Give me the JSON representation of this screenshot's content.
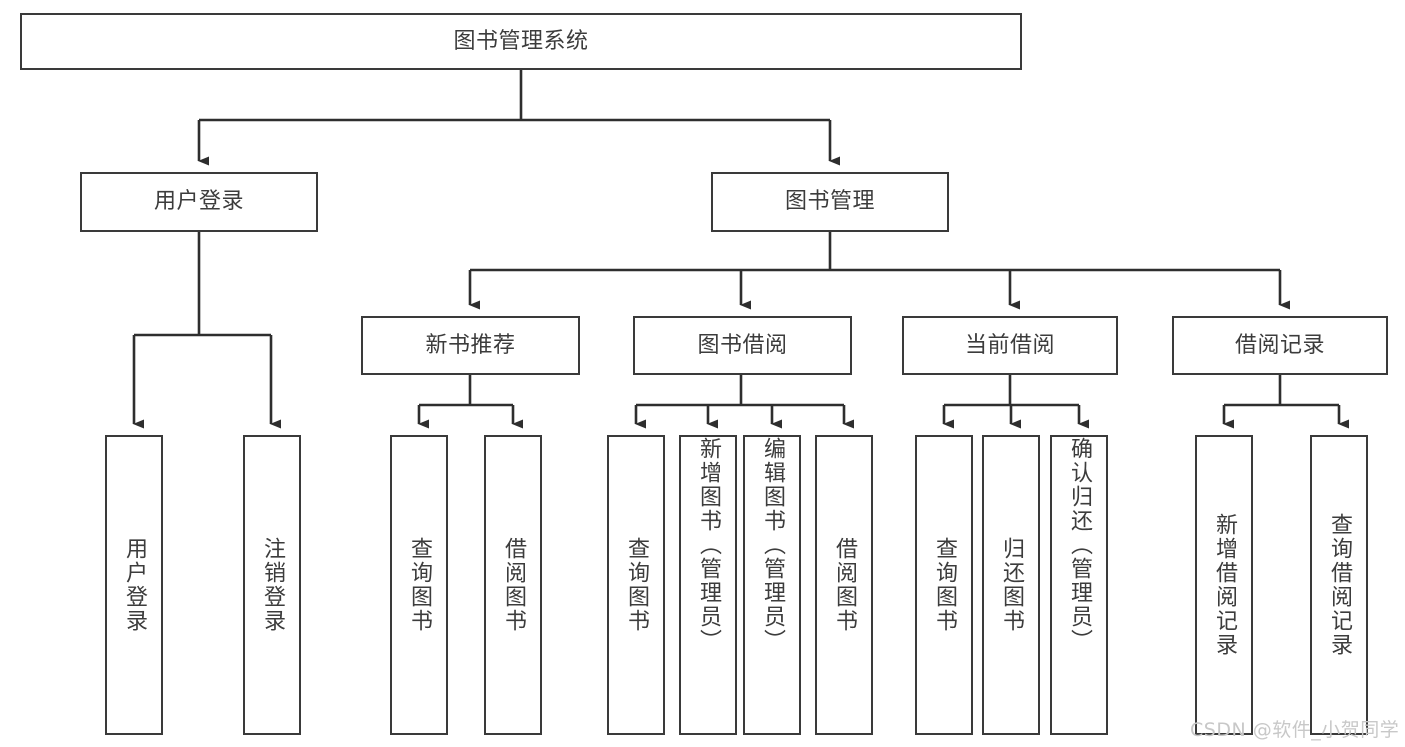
{
  "diagram": {
    "title": "图书管理系统",
    "type": "hierarchy-tree",
    "colors": {
      "background": "#ffffff",
      "box_border": "#3a3a3a",
      "box_fill": "#ffffff",
      "text": "#3c3c3c",
      "edge": "#2e2e2e",
      "watermark": "#c8c8c8"
    },
    "root": {
      "label": "图书管理系统"
    },
    "level2": [
      {
        "label": "用户登录"
      },
      {
        "label": "图书管理"
      }
    ],
    "level3": [
      {
        "label": "新书推荐"
      },
      {
        "label": "图书借阅"
      },
      {
        "label": "当前借阅"
      },
      {
        "label": "借阅记录"
      }
    ],
    "leaves": {
      "user_login": [
        {
          "label": "用户登录"
        },
        {
          "label": "注销登录"
        }
      ],
      "new_book_recommend": [
        {
          "label": "查询图书"
        },
        {
          "label": "借阅图书"
        }
      ],
      "book_borrow": [
        {
          "label": "查询图书"
        },
        {
          "label": "新增图书（管理员）"
        },
        {
          "label": "编辑图书（管理员）"
        },
        {
          "label": "借阅图书"
        }
      ],
      "current_borrow": [
        {
          "label": "查询图书"
        },
        {
          "label": "归还图书"
        },
        {
          "label": "确认归还（管理员）"
        }
      ],
      "borrow_record": [
        {
          "label": "新增借阅记录"
        },
        {
          "label": "查询借阅记录"
        }
      ]
    },
    "watermark": "CSDN @软件_小贺同学"
  }
}
